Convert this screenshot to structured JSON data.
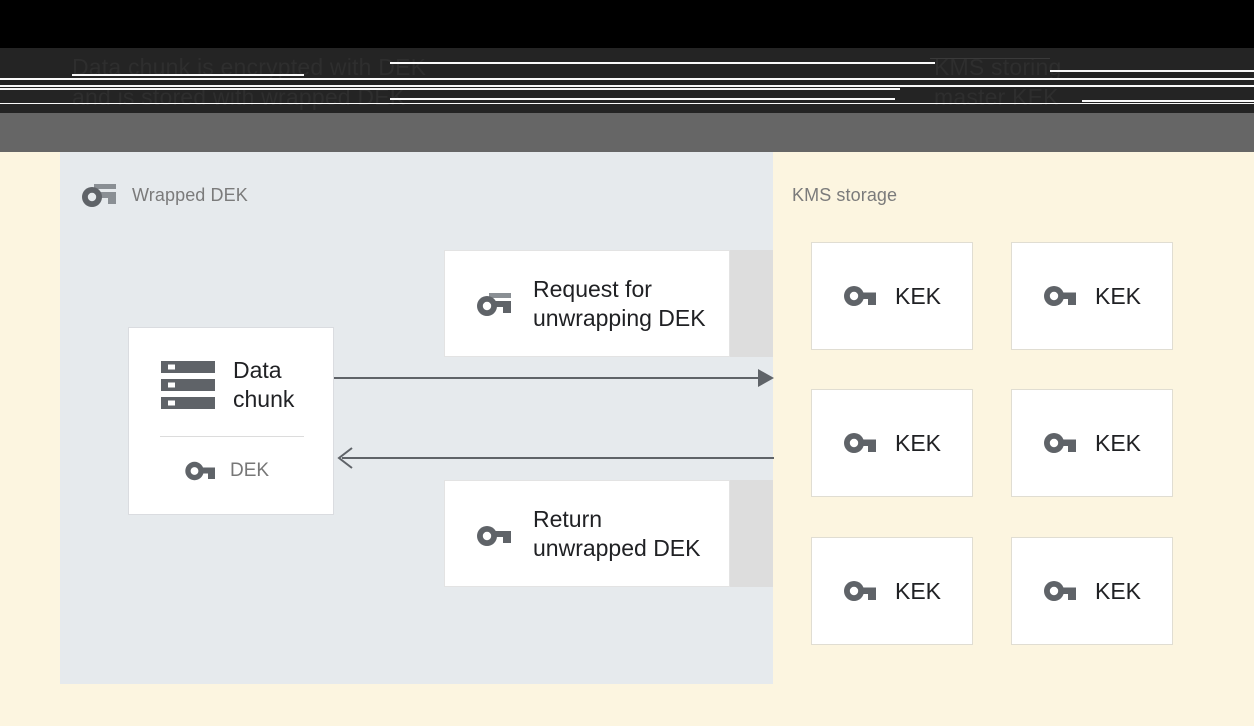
{
  "header": {
    "caption_left_line1": "Data chunk is encrypted with DEK",
    "caption_left_line2": "and is stored with wrapped DEK",
    "caption_right_line1": "KMS storing",
    "caption_right_line2": "master KEK"
  },
  "panels": {
    "left": {
      "title": "Wrapped DEK",
      "title_icon": "wrapped-key-icon",
      "background_color": "#E6EAED"
    },
    "right": {
      "title": "KMS storage",
      "background_color": "#FCF5E0"
    }
  },
  "data_chunk_card": {
    "icon": "storage-stack-icon",
    "title": "Data\nchunk",
    "key_icon": "key-icon",
    "key_label": "DEK"
  },
  "messages": [
    {
      "id": "request",
      "icon": "wrapped-key-icon",
      "label": "Request for\nunwrapping DEK"
    },
    {
      "id": "return",
      "icon": "key-icon",
      "label": "Return\nunwrapped DEK"
    }
  ],
  "arrows": [
    {
      "id": "to-kms",
      "direction": "right",
      "style": "solid-filled-head"
    },
    {
      "id": "from-kms",
      "direction": "left",
      "style": "solid-open-head"
    }
  ],
  "kek_cards": [
    {
      "icon": "key-icon",
      "label": "KEK"
    },
    {
      "icon": "key-icon",
      "label": "KEK"
    },
    {
      "icon": "key-icon",
      "label": "KEK"
    },
    {
      "icon": "key-icon",
      "label": "KEK"
    },
    {
      "icon": "key-icon",
      "label": "KEK"
    },
    {
      "icon": "key-icon",
      "label": "KEK"
    }
  ],
  "colors": {
    "panel_left": "#E6EAED",
    "panel_right": "#FCF5E0",
    "card": "#FFFFFF",
    "card_shadow": "#DDDDDD",
    "icon": "#5F6368",
    "text": "#202124",
    "muted_text": "#7B7B7B",
    "arrow": "#5F6368",
    "band_black": "#000000",
    "band_dark": "#242424",
    "band_gray": "#666666"
  }
}
